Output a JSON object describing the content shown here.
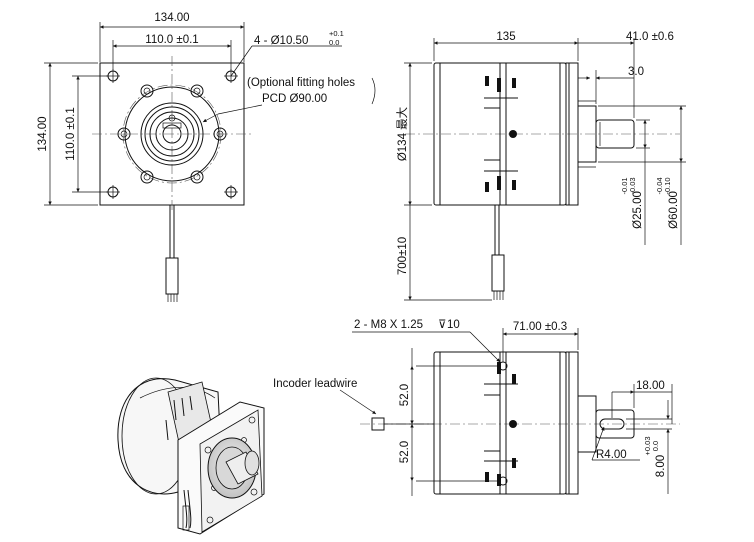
{
  "front_view": {
    "width_overall": "134.00",
    "width_holes": "110.0 ±0.1",
    "height_overall": "134.00",
    "height_holes": "110.0 ±0.1",
    "hole_callout": "4 - Ø10.50",
    "hole_tol_upper": "+0.1",
    "hole_tol_lower": "0.0",
    "optional_holes_line1": "(Optional fitting holes",
    "optional_holes_line2": "PCD Ø90.00"
  },
  "side_view": {
    "body_length": "135",
    "shaft_length": "41.0 ±0.6",
    "step_length": "3.0",
    "diameter_body": "Ø134 最大",
    "diameter_shaft": "Ø25.00",
    "diameter_shaft_tol_upper": "-0.01",
    "diameter_shaft_tol_lower": "-0.03",
    "diameter_pilot": "Ø60.00",
    "diameter_pilot_tol_upper": "-0.04",
    "diameter_pilot_tol_lower": "-0.10",
    "lead_length": "700±10"
  },
  "bottom_view": {
    "tapped_holes": "2 - M8 X 1.25",
    "tapped_depth": "10",
    "tapped_offset": "71.00 ±0.3",
    "vertical_upper": "52.0",
    "vertical_lower": "52.0",
    "key_length": "18.00",
    "key_radius": "R4.00",
    "key_width": "8.00",
    "key_width_tol_upper": "+0.03",
    "key_width_tol_lower": "0.0"
  },
  "iso_view": {
    "leadwire_label": "Incoder leadwire"
  }
}
